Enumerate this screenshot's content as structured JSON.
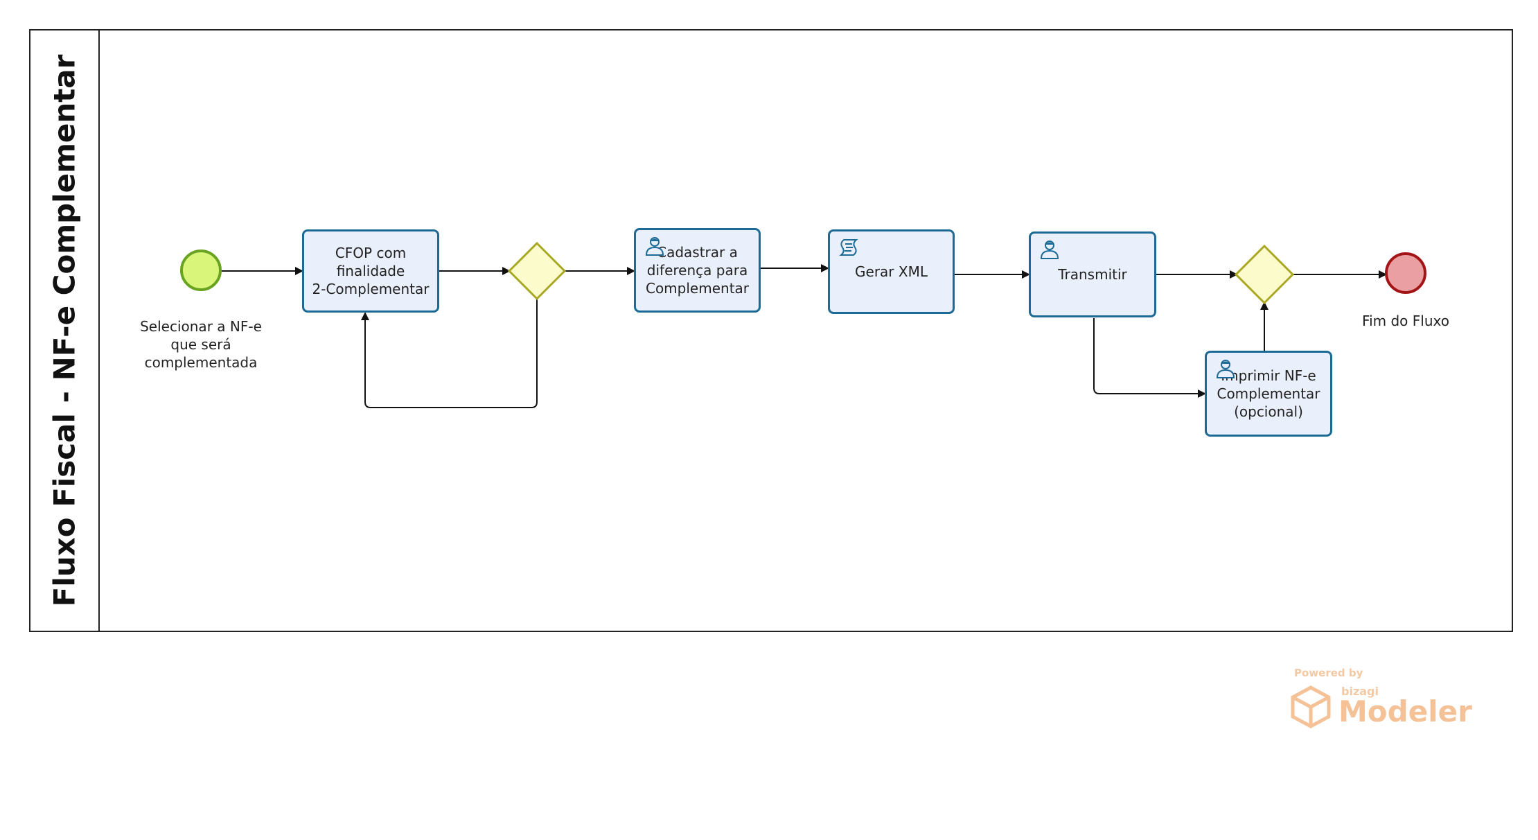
{
  "pool": {
    "title": "Fluxo Fiscal  - NF-e Complementar"
  },
  "events": {
    "start": {
      "label": "Selecionar a NF-e\nque será\ncomplementada",
      "fill": "#d9f57a",
      "stroke": "#6aa321"
    },
    "end": {
      "label": "Fim do Fluxo",
      "fill": "#eaa0a3",
      "stroke": "#a31417"
    }
  },
  "tasks": {
    "cfop": {
      "label": "CFOP com\nfinalidade\n2-Complementar",
      "icon": "none"
    },
    "cadastrar": {
      "label": "Cadastrar a\ndiferença para\nComplementar",
      "icon": "user-task-icon"
    },
    "gerar": {
      "label": "Gerar XML",
      "icon": "script-task-icon"
    },
    "transmitir": {
      "label": "Transmitir",
      "icon": "user-task-icon"
    },
    "imprimir": {
      "label": "Imprimir NF-e\nComplementar\n(opcional)",
      "icon": "user-task-icon"
    }
  },
  "gateways": {
    "fill": "#fbfbcc",
    "stroke": "#a8a824",
    "kinds": [
      "exclusive-gateway",
      "exclusive-gateway"
    ]
  },
  "colors": {
    "task_fill": "#eaf0fb",
    "task_stroke": "#1c6b96",
    "flow": "#111111"
  },
  "branding": {
    "powered_by": "Powered by",
    "vendor": "bizagi",
    "product": "Modeler"
  }
}
